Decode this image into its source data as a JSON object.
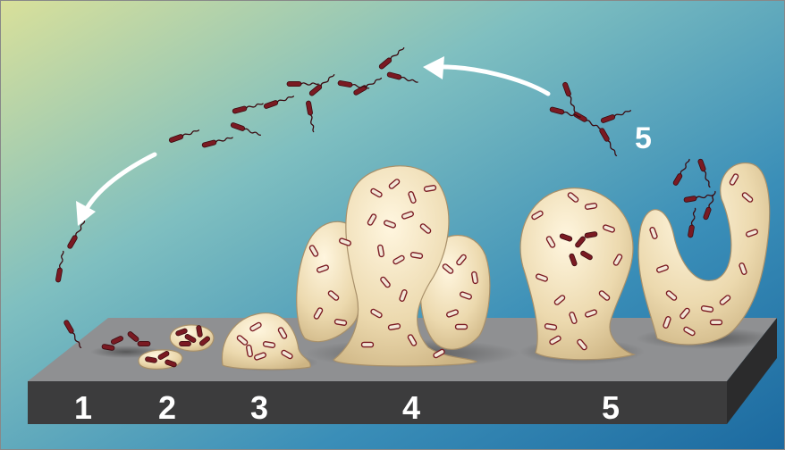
{
  "diagram": {
    "stage_labels": [
      "1",
      "2",
      "3",
      "4",
      "5"
    ],
    "dispersal_label": "5",
    "colors": {
      "background_top_left": "#d6df9b",
      "background_bottom_right": "#1f6fa2",
      "surface_top": "#8f9092",
      "surface_front": "#3f3f40",
      "biofilm": "#ecd9ae",
      "bacteria": "#7a1a22",
      "arrow": "#ffffff"
    },
    "icons": {
      "bacterium": "bacterium-icon",
      "arrow": "curved-arrow-icon"
    }
  }
}
